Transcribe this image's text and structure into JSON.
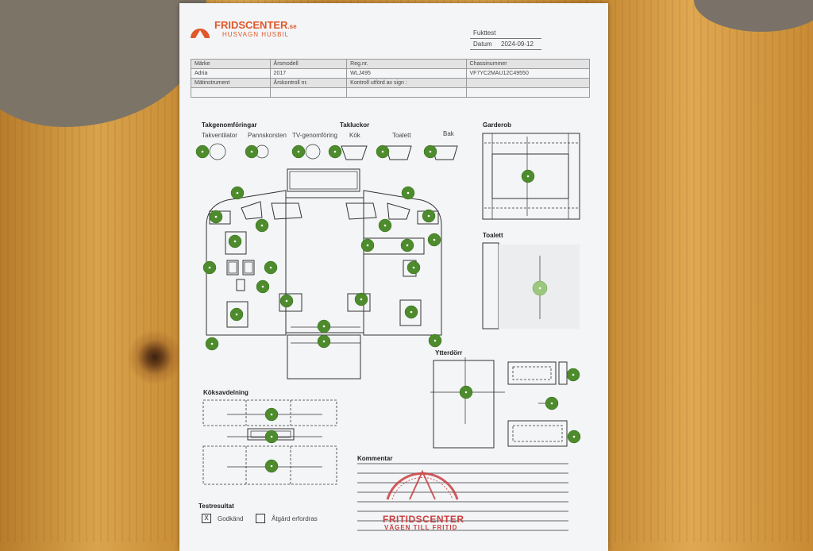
{
  "logo": {
    "brand": "FRIDSCENTER",
    "tld": ".se",
    "tagline": "HUSVAGN  HUSBIL"
  },
  "form": {
    "title": "Fukttest",
    "date_label": "Datum",
    "date": "2024-09-12"
  },
  "vehicle_table": {
    "row1_labels": [
      "Märke",
      "Årsmodell",
      "Reg.nr.",
      "Chassinummer"
    ],
    "row1_values": [
      "Adria",
      "2017",
      "WLJ495",
      "VF7YC2MAU12C49550"
    ],
    "row2_labels": [
      "Mätinstrument",
      "Årskontroll nr.",
      "Kontroll utförd av sign :",
      ""
    ]
  },
  "sections": {
    "takgenomforingar": "Takgenomföringar",
    "takventilator": "Takventilator",
    "pannskorsten": "Pannskorsten",
    "tv": "TV-genomföring",
    "takluckor": "Takluckor",
    "kok": "Kök",
    "toalett_top": "Toalett",
    "bak": "Bak",
    "garderob": "Garderob",
    "toalett": "Toalett",
    "ytterdorr": "Ytterdörr",
    "koksavdelning": "Köksavdelning",
    "kommentar": "Kommentar",
    "testresultat": "Testresultat",
    "godkand": "Godkänd",
    "godkand_mark": "X",
    "atgard": "Åtgärd erfordras"
  },
  "stamp": {
    "line1": "FRITIDSCENTER",
    "line2": "VÄGEN TILL FRITID"
  },
  "colors": {
    "measure_dot": "#4d8b2d",
    "brand": "#e0572a",
    "stamp": "#c94040"
  }
}
